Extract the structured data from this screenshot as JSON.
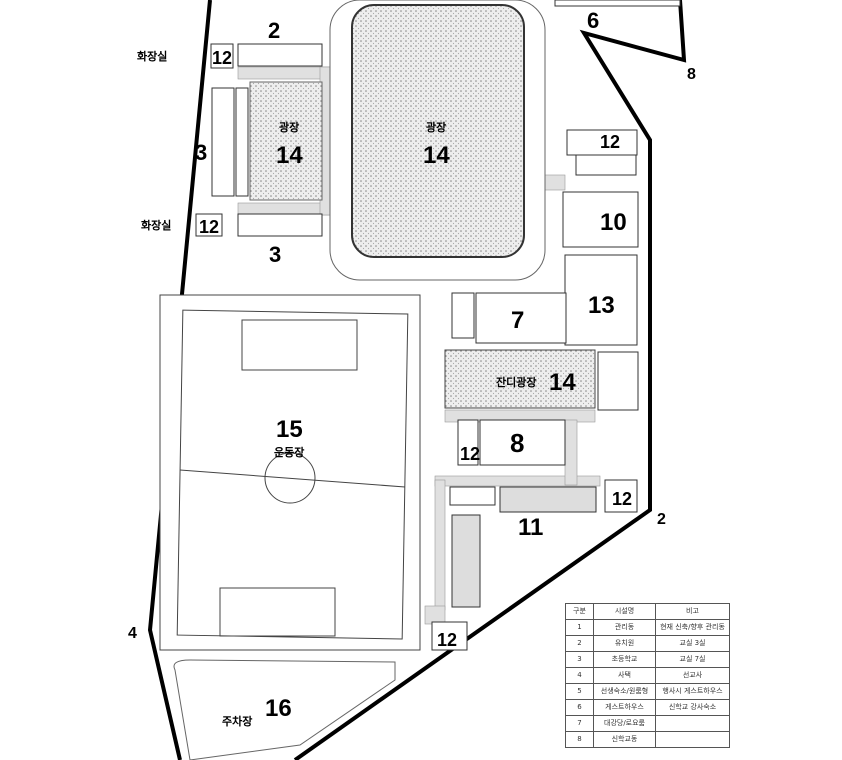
{
  "labels": {
    "toilet_top": "화장실",
    "toilet_mid": "화장실",
    "n2_top": "2",
    "n3_left": "3",
    "n3_bottom": "3",
    "n12_a": "12",
    "n12_b": "12",
    "plaza_small": "광장",
    "plaza_small_num": "14",
    "plaza_big": "광장",
    "plaza_big_num": "14",
    "n6": "6",
    "n8_boundary": "8",
    "n12_c": "12",
    "n10": "10",
    "n13": "13",
    "n7": "7",
    "lawn": "잔디광장",
    "lawn_num": "14",
    "n12_d": "12",
    "n8": "8",
    "n12_e": "12",
    "n11": "11",
    "n2_boundary": "2",
    "field_num": "15",
    "field": "운동장",
    "n4": "4",
    "n12_f": "12",
    "parking_num": "16",
    "parking": "주차장"
  },
  "legend": {
    "headers": [
      "구분",
      "시설명",
      "비고"
    ],
    "rows": [
      [
        "1",
        "관리동",
        "현재 신축/향후 관리동"
      ],
      [
        "2",
        "유치원",
        "교실 3실"
      ],
      [
        "3",
        "초등학교",
        "교실 7실"
      ],
      [
        "4",
        "사택",
        "선교사"
      ],
      [
        "5",
        "선생숙소/원룸형",
        "행사시 게스트하우스"
      ],
      [
        "6",
        "게스트하우스",
        "신학교 강사숙소"
      ],
      [
        "7",
        "대강당/로요룸",
        ""
      ],
      [
        "8",
        "신학교동",
        ""
      ]
    ]
  }
}
